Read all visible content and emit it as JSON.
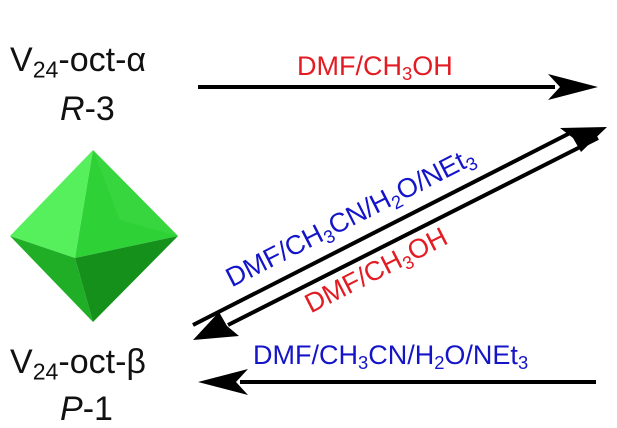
{
  "compound_alpha": {
    "base": "V",
    "sub": "24",
    "suffix": "-oct-α",
    "space_group_letter": "R",
    "space_group_rest": "-3"
  },
  "compound_beta": {
    "base": "V",
    "sub": "24",
    "suffix": "-oct-β",
    "space_group_letter": "P",
    "space_group_rest": "-1"
  },
  "cond_top": {
    "p1": "DMF/CH",
    "s1": "3",
    "p2": "OH",
    "color": "#e31b23"
  },
  "cond_diag_upper": {
    "p1": "DMF/CH",
    "s1": "3",
    "p2": "CN/H",
    "s2": "2",
    "p3": "O/NEt",
    "s3": "3",
    "color": "#1414c8"
  },
  "cond_diag_lower": {
    "p1": "DMF/CH",
    "s1": "3",
    "p2": "OH",
    "color": "#e31b23"
  },
  "cond_bottom": {
    "p1": "DMF/CH",
    "s1": "3",
    "p2": "CN/H",
    "s2": "2",
    "p3": "O/NEt",
    "s3": "3",
    "color": "#1414c8"
  },
  "octahedron_color": "#22c42c"
}
